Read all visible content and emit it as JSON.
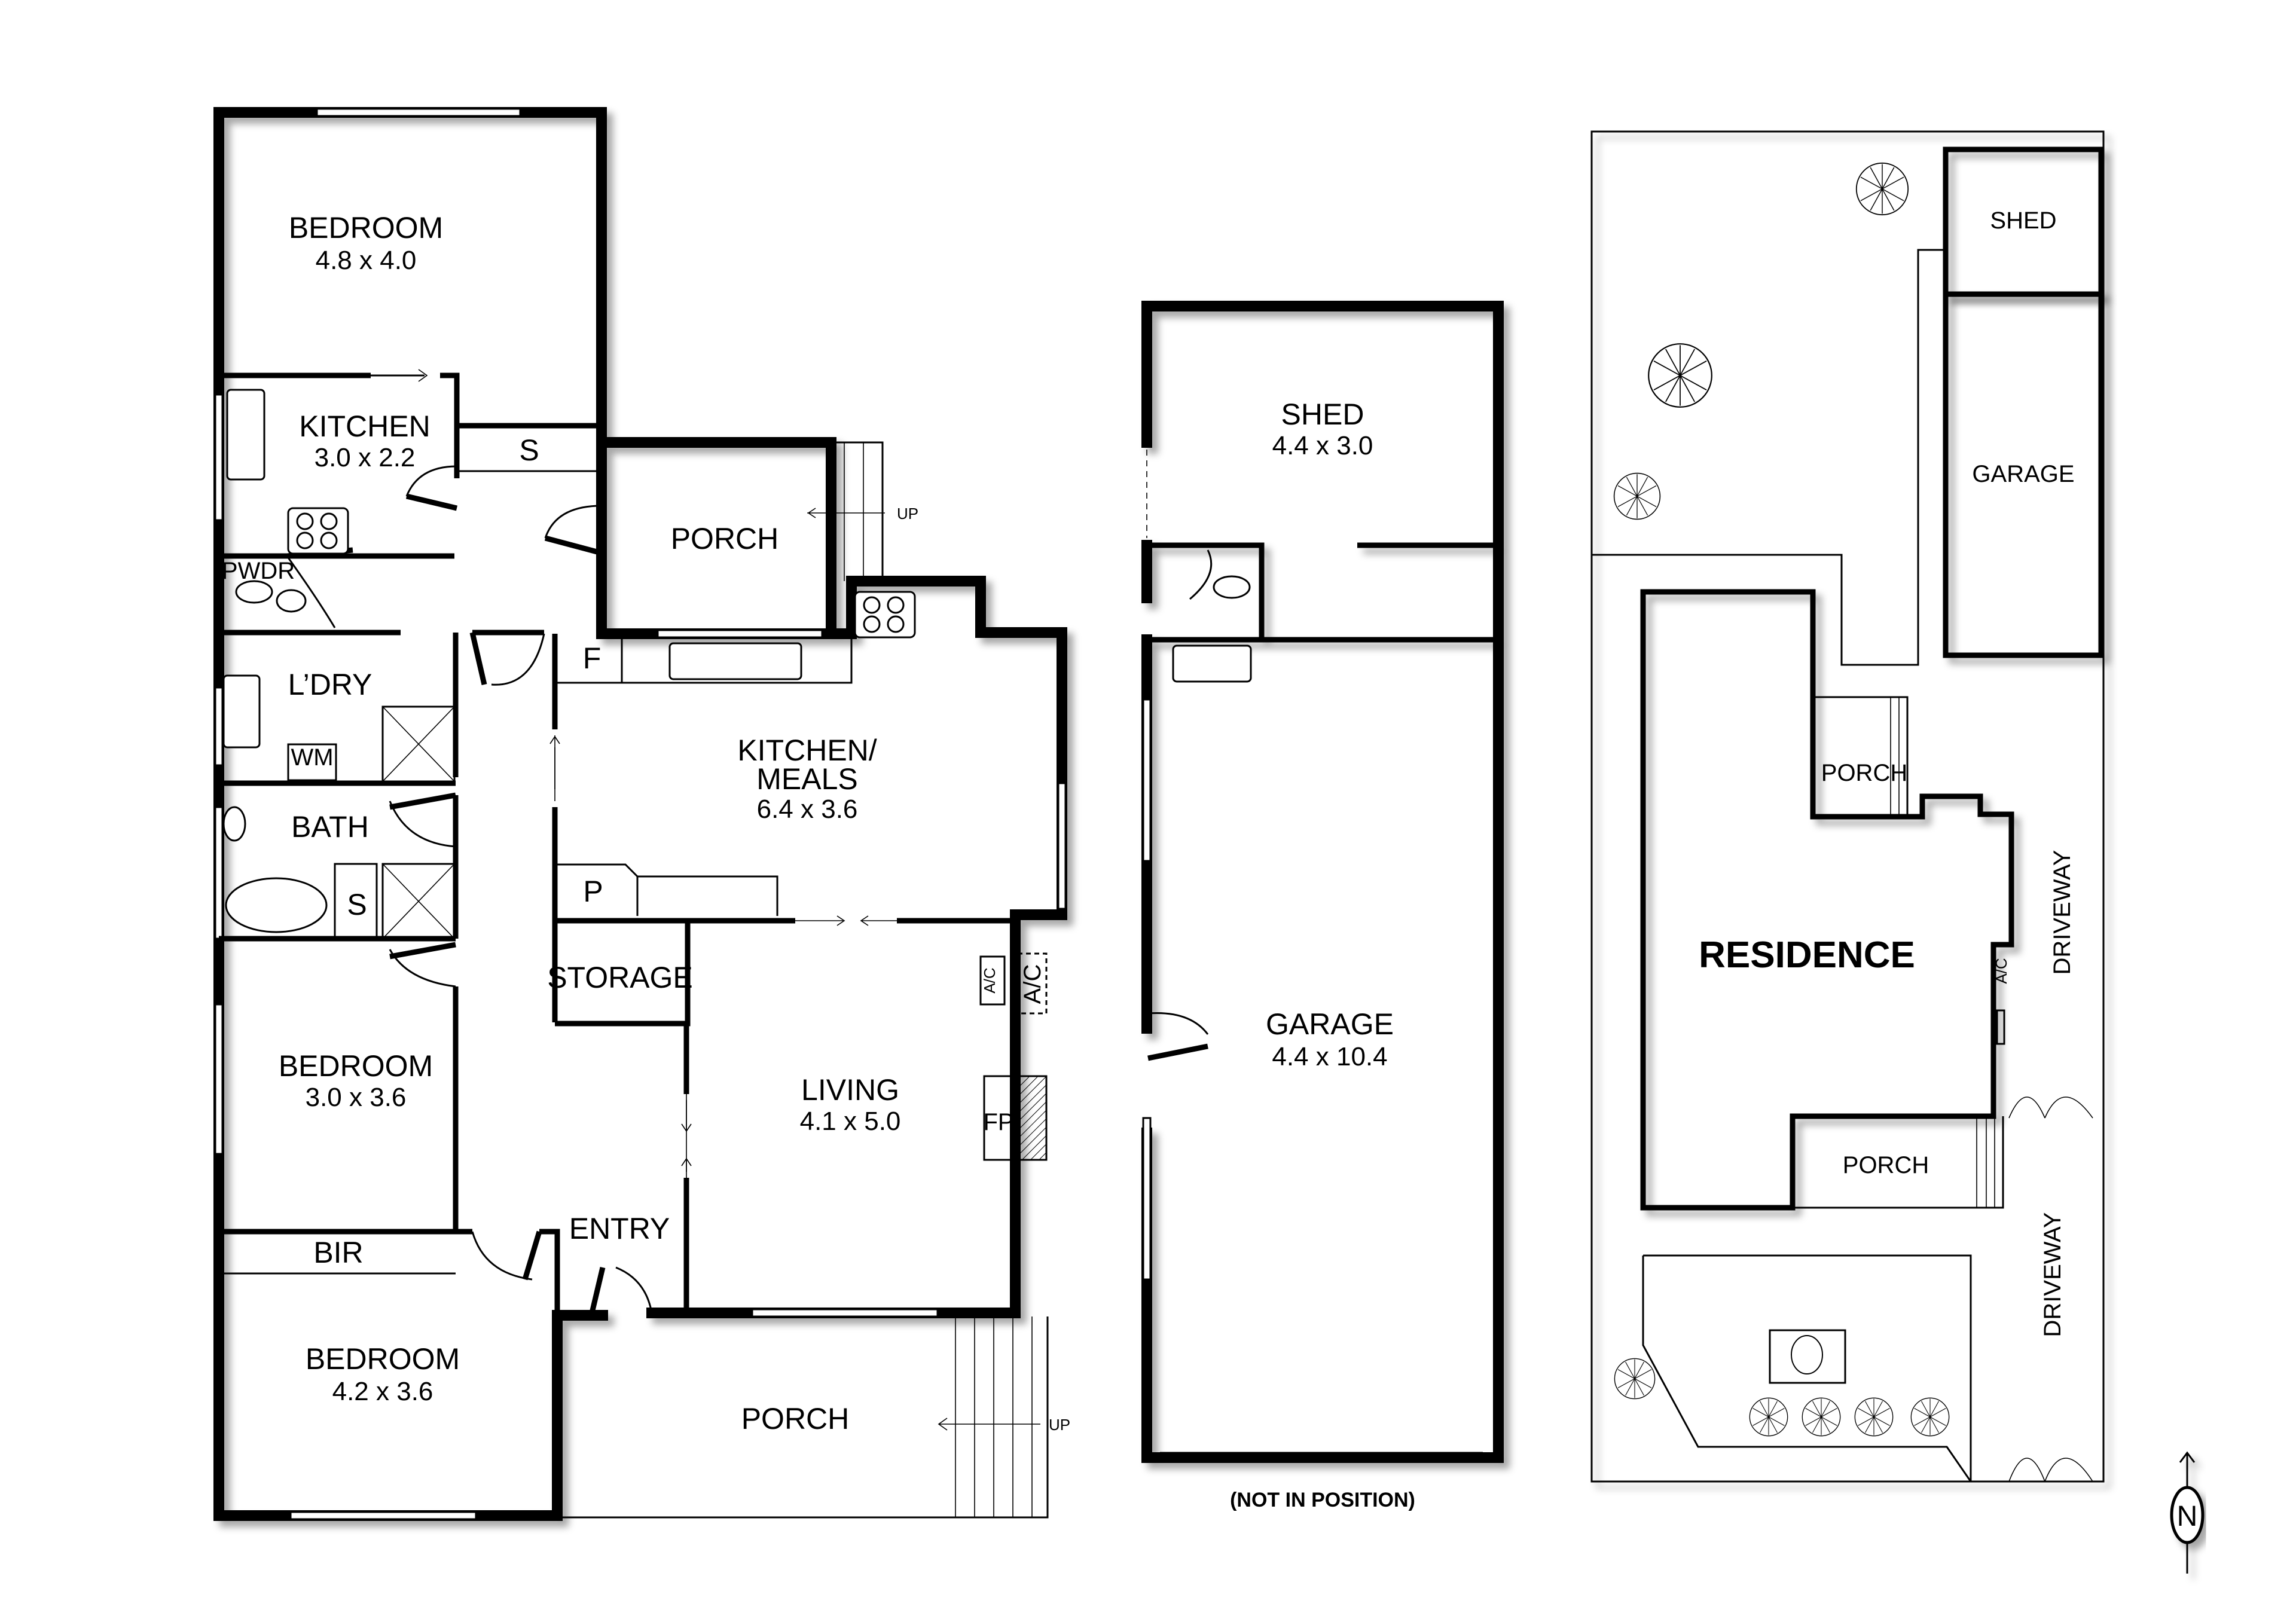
{
  "floor_plan": {
    "rooms": {
      "bedroom_1": {
        "name": "BEDROOM",
        "dims": "4.8 x 4.0"
      },
      "kitchen_2": {
        "name": "KITCHEN",
        "dims": "3.0 x 2.2"
      },
      "store_s1": {
        "name": "S"
      },
      "porch_rear": {
        "name": "PORCH",
        "stairs": "UP"
      },
      "powder": {
        "name": "PWDR"
      },
      "laundry": {
        "name": "L’DRY",
        "appliance": "WM"
      },
      "bath": {
        "name": "BATH",
        "store": "S"
      },
      "fridge": {
        "name": "F"
      },
      "kitchen_meals": {
        "name_line1": "KITCHEN/",
        "name_line2": "MEALS",
        "dims": "6.4 x 3.6"
      },
      "pantry": {
        "name": "P"
      },
      "storage": {
        "name": "STORAGE"
      },
      "living": {
        "name": "LIVING",
        "dims": "4.1 x 5.0",
        "fireplace": "FP",
        "ac_inside": "A/C",
        "ac_outside": "A/C"
      },
      "bedroom_2": {
        "name": "BEDROOM",
        "dims": "3.0 x 3.6"
      },
      "bir": {
        "name": "BIR"
      },
      "entry": {
        "name": "ENTRY"
      },
      "bedroom_3": {
        "name": "BEDROOM",
        "dims": "4.2 x 3.6"
      },
      "porch_front": {
        "name": "PORCH",
        "stairs": "UP"
      }
    }
  },
  "outbuilding_plan": {
    "shed": {
      "name": "SHED",
      "dims": "4.4 x 3.0"
    },
    "garage": {
      "name": "GARAGE",
      "dims": "4.4 x 10.4"
    },
    "note": "(NOT IN POSITION)"
  },
  "site_plan": {
    "shed": "SHED",
    "garage": "GARAGE",
    "residence": "RESIDENCE",
    "porch_north": "PORCH",
    "porch_south": "PORCH",
    "ac": "A/C",
    "driveway_upper": "DRIVEWAY",
    "driveway_lower": "DRIVEWAY"
  },
  "compass": {
    "label": "N",
    "icon": "north-arrow-icon"
  }
}
